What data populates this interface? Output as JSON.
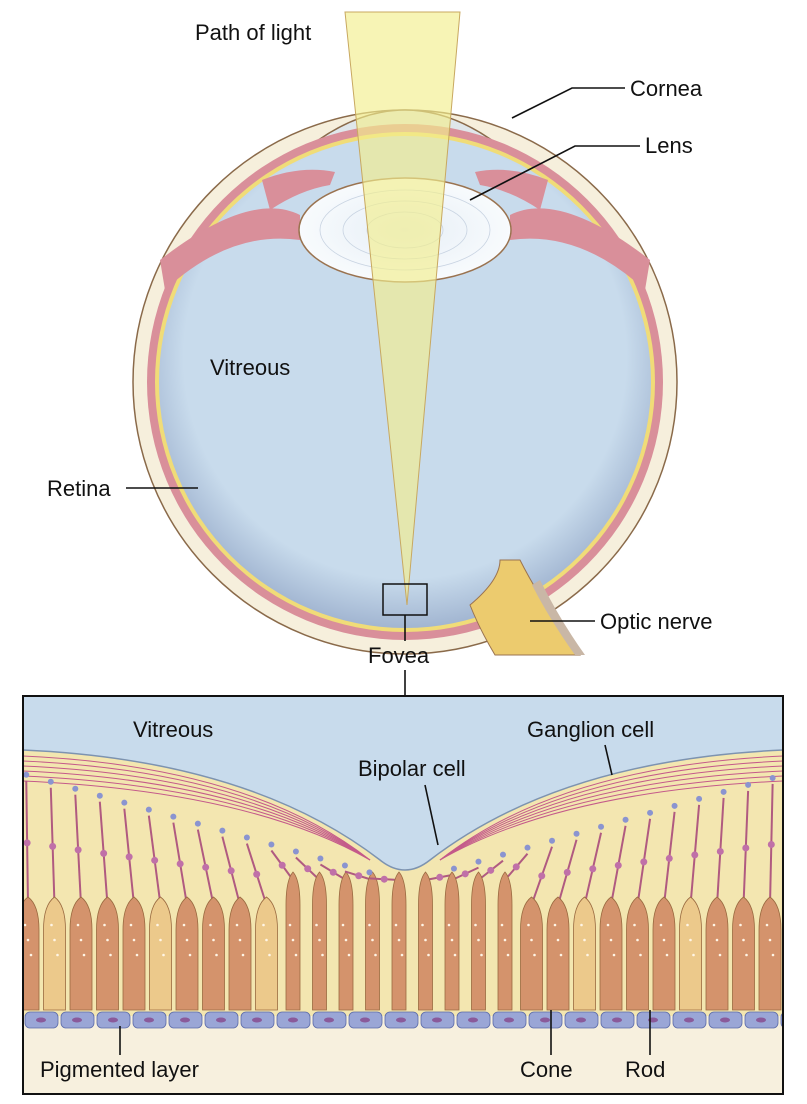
{
  "labels": {
    "path_of_light": "Path of light",
    "cornea": "Cornea",
    "lens": "Lens",
    "vitreous": "Vitreous",
    "retina": "Retina",
    "optic_nerve": "Optic nerve",
    "fovea": "Fovea"
  },
  "inset_labels": {
    "vitreous": "Vitreous",
    "ganglion_cell": "Ganglion cell",
    "bipolar_cell": "Bipolar cell",
    "pigmented_layer": "Pigmented layer",
    "cone": "Cone",
    "rod": "Rod"
  },
  "colors": {
    "sclera": "#f6efdc",
    "retina": "#d98f9a",
    "vitreous": "#c8dbec",
    "chamber": "#8da3bd",
    "light": "#f2ee8e",
    "cone": "#d4936c",
    "rod": "#ecc98b",
    "pigment": "#9aa6d6"
  }
}
